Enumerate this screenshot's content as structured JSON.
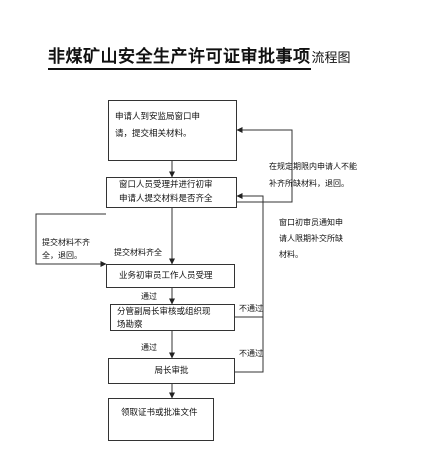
{
  "title": {
    "main": "非煤矿山安全生产许可证审批事项",
    "sub": "流程图"
  },
  "steps": {
    "apply": [
      "申请人到安监局窗口申",
      "请，提交相关材料。"
    ],
    "review": [
      "窗口人员受理并进行初审",
      "申请人提交材料是否齐全"
    ],
    "accept": "业务初审员工作人员受理",
    "inspect": [
      "分管副局长审核或组织现",
      "场勘察"
    ],
    "approve": "局长审批",
    "collect": "领取证书或批准文件"
  },
  "labels": {
    "incomplete": [
      "提交材料不齐",
      "全，退回。"
    ],
    "complete": "提交材料齐全",
    "pass1": "通过",
    "pass2": "通过",
    "fail1": "不通过",
    "fail2": "不通过",
    "right_note1": [
      "在规定期限内申请人不能",
      "补齐所缺材料，退回。"
    ],
    "right_note2": [
      "窗口初审员通知申",
      "请人限期补交所缺",
      "材料。"
    ]
  }
}
